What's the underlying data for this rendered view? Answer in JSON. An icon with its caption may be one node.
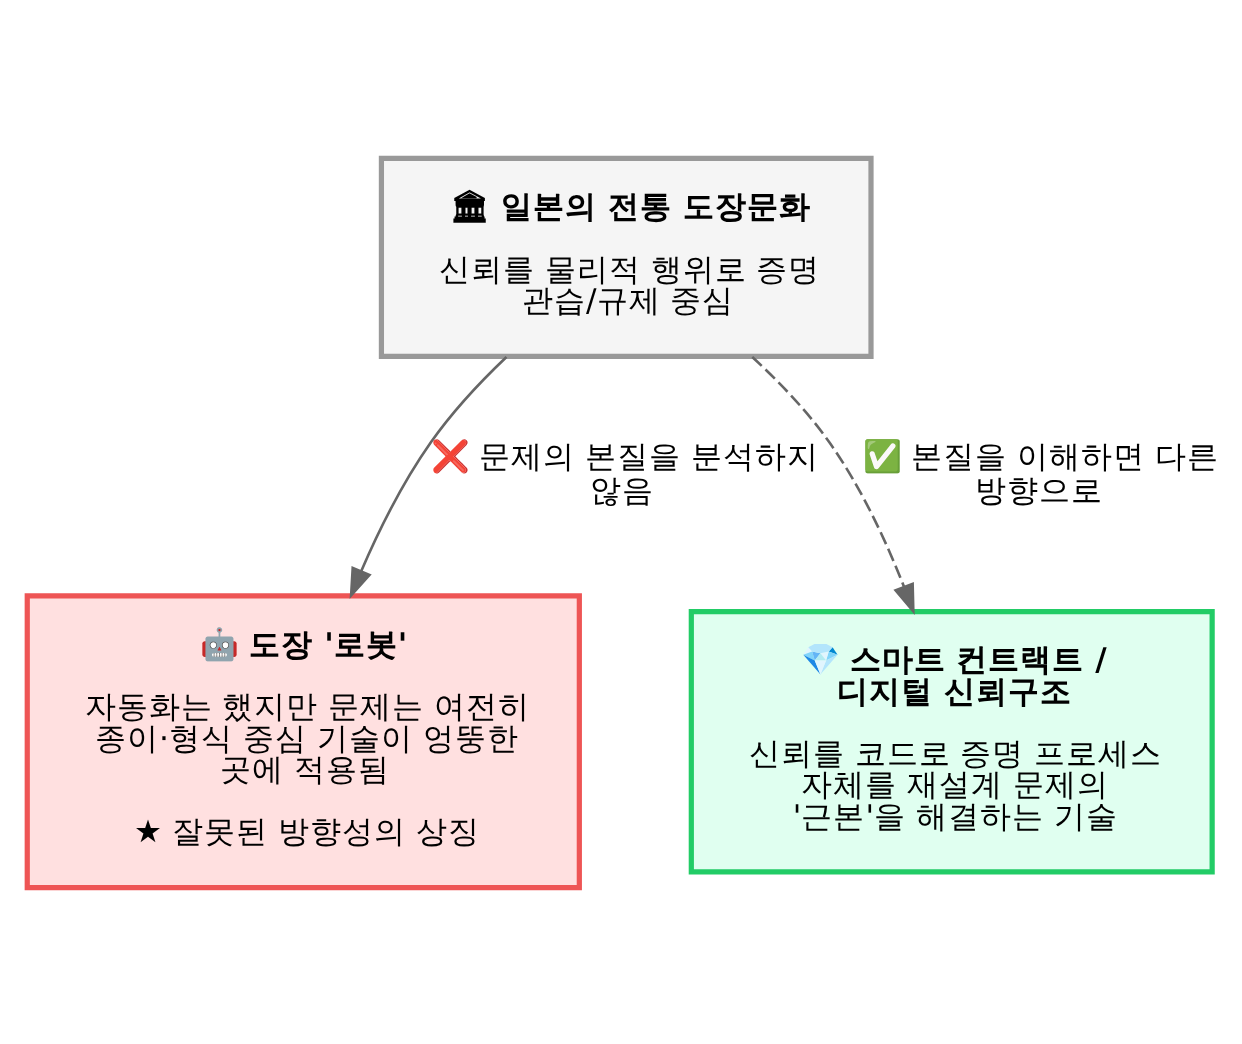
{
  "diagram": {
    "nodes": [
      {
        "text": [
          "🏛 일본의 전통 도장문화",
          "신뢰를 물리적 행위로 증명 관습/규제 중심"
        ]
      },
      {
        "text": [
          "🤖 도장 '로봇'",
          "자동화는 했지만 문제는 여전히 종이·형식 중심 기술이 엉뚱한 곳에 적용됨",
          "★ 잘못된 방향성의 상징"
        ]
      },
      {
        "text": [
          "💎 스마트 컨트랙트 / 디지털 신뢰구조",
          "신뢰를 코드로 증명 프로세스 자체를 재설계 문제의 '근본'을 해결하는 기술"
        ]
      }
    ],
    "edges": [
      {
        "from": 0,
        "to": 1,
        "arrow": "to",
        "label": "❌ 문제의 본질을 분석하지 않음"
      },
      {
        "from": 0,
        "to": 2,
        "arrow": "to",
        "label": "✅ 본질을 이해하면 다른 방향으로",
        "style": "dashed"
      }
    ]
  }
}
